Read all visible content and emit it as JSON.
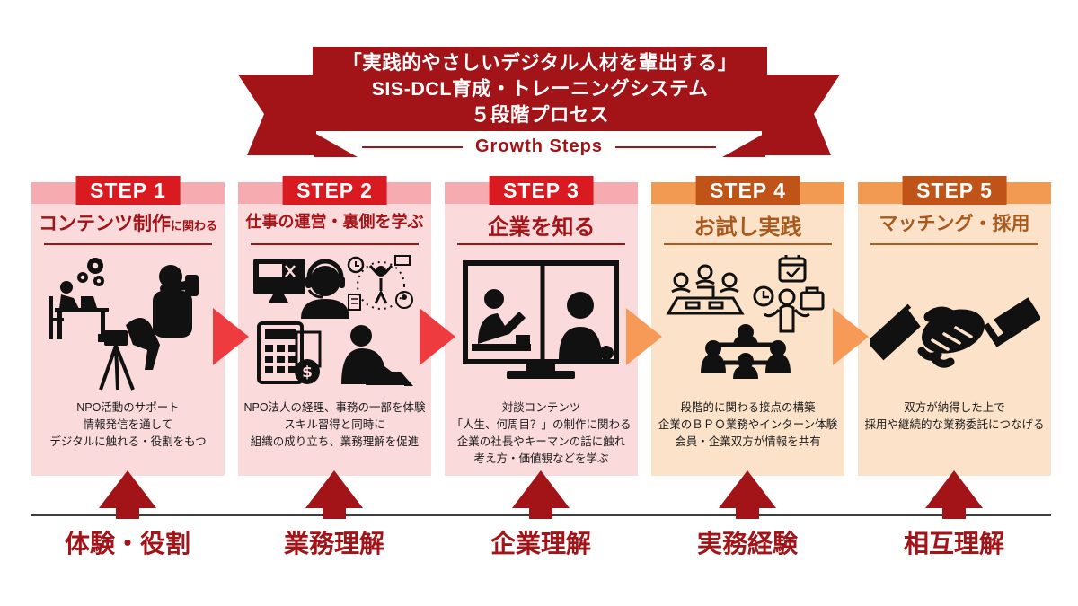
{
  "banner": {
    "title_lines": [
      "「実践的やさしいデジタル人材を輩出する」",
      "SIS-DCL育成・トレーニングシステム",
      "５段階プロセス"
    ],
    "subtitle": "Growth Steps"
  },
  "colors": {
    "dark_red": "#a31418",
    "badge_red": "#da1a21",
    "strip_pink": "#f5abaf",
    "card_pink": "#fbdadc",
    "arrow_red": "#ee3b40",
    "badge_orange": "#c05418",
    "strip_orange": "#f29a52",
    "card_peach": "#fce2c9",
    "title_brown": "#a85a1e",
    "arrow_orange": "#f79a58",
    "baseline_gray": "#3d3d3d",
    "icon_black": "#111111"
  },
  "steps": [
    {
      "badge": "STEP 1",
      "title": "コンテンツ制作",
      "title_suffix": "に関わる",
      "description_lines": [
        "NPO活動のサポート",
        "情報発信を通して",
        "デジタルに触れる・役割をもつ"
      ],
      "bottom_label": "体験・役割",
      "icons": [
        "desk-worker-gears-icon",
        "smartphone-photo-icon",
        "tripod-camera-icon"
      ]
    },
    {
      "badge": "STEP 2",
      "title": "仕事の運営・裏側を学ぶ",
      "title_suffix": "",
      "description_lines": [
        "NPO法人の経理、事務の一部を体験",
        "スキル習得と同時に",
        "組織の成り立ち、業務理解を促進"
      ],
      "bottom_label": "業務理解",
      "icons": [
        "video-edit-monitor-icon",
        "headset-operator-icon",
        "skill-growth-icon",
        "calculator-money-icon",
        "laptop-worker-icon"
      ]
    },
    {
      "badge": "STEP 3",
      "title": "企業を知る",
      "title_suffix": "",
      "description_lines": [
        "対談コンテンツ",
        "「人生、何周目？」の制作に関わる",
        "企業の社長やキーマンの話に触れ",
        "考え方・価値観などを学ぶ"
      ],
      "bottom_label": "企業理解",
      "icons": [
        "video-interview-monitor-icon"
      ]
    },
    {
      "badge": "STEP 4",
      "title": "お試し実践",
      "title_suffix": "",
      "description_lines": [
        "段階的に関わる接点の構築",
        "企業のＢＰＯ業務やインターン体験",
        "会員・企業双方が情報を共有"
      ],
      "bottom_label": "実務経験",
      "icons": [
        "meeting-table-icon",
        "schedule-shrug-icon",
        "group-discussion-icon"
      ]
    },
    {
      "badge": "STEP 5",
      "title": "マッチング・採用",
      "title_suffix": "",
      "description_lines": [
        "双方が納得した上で",
        "採用や継続的な業務委託につなげる"
      ],
      "bottom_label": "相互理解",
      "icons": [
        "handshake-icon"
      ]
    }
  ]
}
